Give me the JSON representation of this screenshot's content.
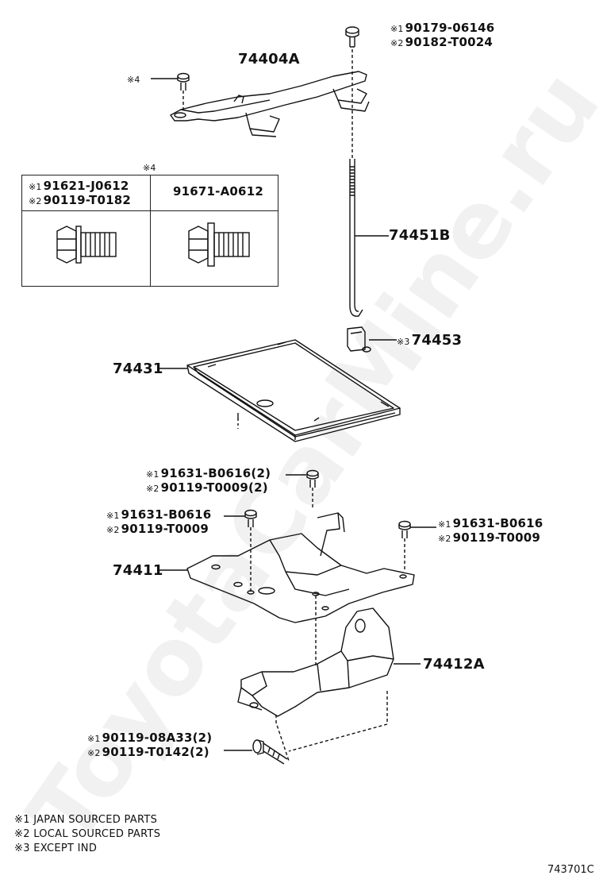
{
  "watermark": "ToyotaCarMine.ru",
  "table_header_mark": "※4",
  "fastener_table": {
    "left_col": [
      {
        "mark": "※1",
        "part": "91621-J0612"
      },
      {
        "mark": "※2",
        "part": "90119-T0182"
      }
    ],
    "right_col": "91671-A0612"
  },
  "labels": {
    "top_bolt": [
      {
        "mark": "※1",
        "part": "90179-06146"
      },
      {
        "mark": "※2",
        "part": "90182-T0024"
      }
    ],
    "hold_down_bolt_mark": "※4",
    "clamp": "74404A",
    "rod": "74451B",
    "nut_mark": "※3",
    "nut": "74453",
    "tray": "74431",
    "tray_bolt": [
      {
        "mark": "※1",
        "part": "91631-B0616(2)"
      },
      {
        "mark": "※2",
        "part": "90119-T0009(2)"
      }
    ],
    "carrier_bolt_left": [
      {
        "mark": "※1",
        "part": "91631-B0616"
      },
      {
        "mark": "※2",
        "part": "90119-T0009"
      }
    ],
    "carrier_bolt_right": [
      {
        "mark": "※1",
        "part": "91631-B0616"
      },
      {
        "mark": "※2",
        "part": "90119-T0009"
      }
    ],
    "carrier": "74411",
    "bracket": "74412A",
    "bottom_bolt": [
      {
        "mark": "※1",
        "part": "90119-08A33(2)"
      },
      {
        "mark": "※2",
        "part": "90119-T0142(2)"
      }
    ]
  },
  "notes": [
    "※1 JAPAN SOURCED PARTS",
    "※2 LOCAL SOURCED PARTS",
    "※3 EXCEPT IND"
  ],
  "diagram_code": "743701C"
}
